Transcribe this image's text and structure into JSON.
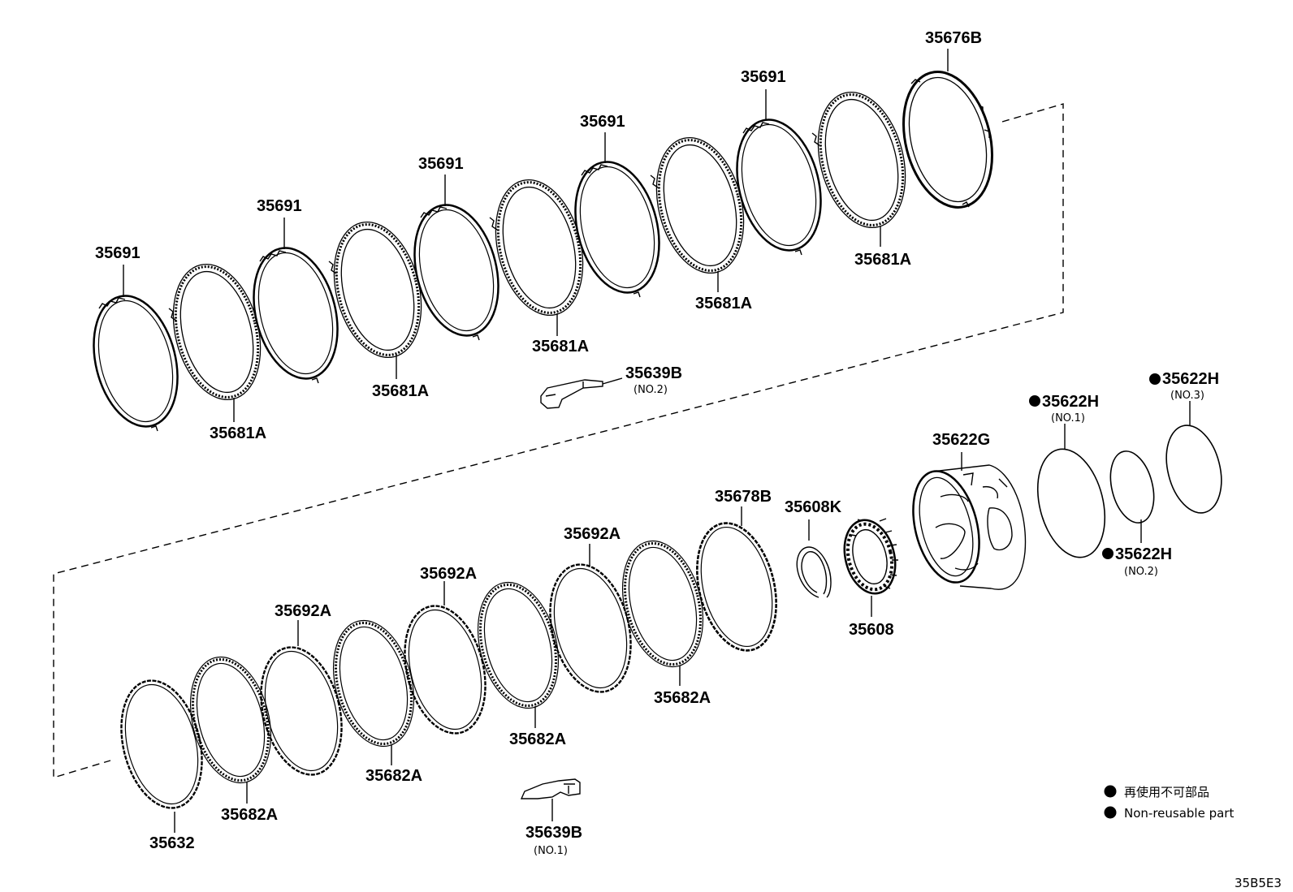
{
  "diagram": {
    "parts_upper": [
      {
        "id": "plate-1",
        "kind": "steel",
        "label": "35691"
      },
      {
        "id": "disc-1",
        "kind": "friction",
        "label": "35681A"
      },
      {
        "id": "plate-2",
        "kind": "steel",
        "label": "35691"
      },
      {
        "id": "disc-2",
        "kind": "friction",
        "label": "35681A"
      },
      {
        "id": "plate-3",
        "kind": "steel",
        "label": "35691"
      },
      {
        "id": "disc-3",
        "kind": "friction",
        "label": "35681A"
      },
      {
        "id": "plate-4",
        "kind": "steel",
        "label": "35691"
      },
      {
        "id": "disc-4",
        "kind": "friction",
        "label": "35681A"
      },
      {
        "id": "plate-5",
        "kind": "steel",
        "label": "35691"
      },
      {
        "id": "disc-5",
        "kind": "friction",
        "label": "35681A"
      },
      {
        "id": "flange-upper",
        "kind": "flange",
        "label": "35676B"
      }
    ],
    "parts_lower": [
      {
        "id": "lplate-0",
        "kind": "lsteel",
        "label": "35632"
      },
      {
        "id": "ldisc-1",
        "kind": "lfriction",
        "label": "35682A"
      },
      {
        "id": "lplate-1",
        "kind": "lsteel",
        "label": "35692A"
      },
      {
        "id": "ldisc-2",
        "kind": "lfriction",
        "label": "35682A"
      },
      {
        "id": "lplate-2",
        "kind": "lsteel",
        "label": "35692A"
      },
      {
        "id": "ldisc-3",
        "kind": "lfriction",
        "label": "35682A"
      },
      {
        "id": "lplate-3",
        "kind": "lsteel",
        "label": "35692A"
      },
      {
        "id": "ldisc-4",
        "kind": "lfriction",
        "label": "35682A"
      },
      {
        "id": "lflange",
        "kind": "lsteel",
        "label": "35678B"
      },
      {
        "id": "snap-ring",
        "kind": "snap",
        "label": "35608K"
      },
      {
        "id": "spring-retainer",
        "kind": "retainer",
        "label": "35608"
      },
      {
        "id": "piston",
        "kind": "piston",
        "label": "35622G"
      },
      {
        "id": "oring-1",
        "kind": "oring",
        "label": "35622H",
        "sub": "(NO.1)",
        "nonreusable": true
      },
      {
        "id": "oring-2",
        "kind": "oring",
        "label": "35622H",
        "sub": "(NO.2)",
        "nonreusable": true
      },
      {
        "id": "oring-3",
        "kind": "oring",
        "label": "35622H",
        "sub": "(NO.3)",
        "nonreusable": true
      }
    ],
    "clips": [
      {
        "id": "clip-2",
        "label": "35639B",
        "sub": "(NO.2)"
      },
      {
        "id": "clip-1",
        "label": "35639B",
        "sub": "(NO.1)"
      }
    ],
    "legend": {
      "jp": "再使用不可部品",
      "en": "Non-reusable part"
    },
    "code": "35B5E3"
  }
}
